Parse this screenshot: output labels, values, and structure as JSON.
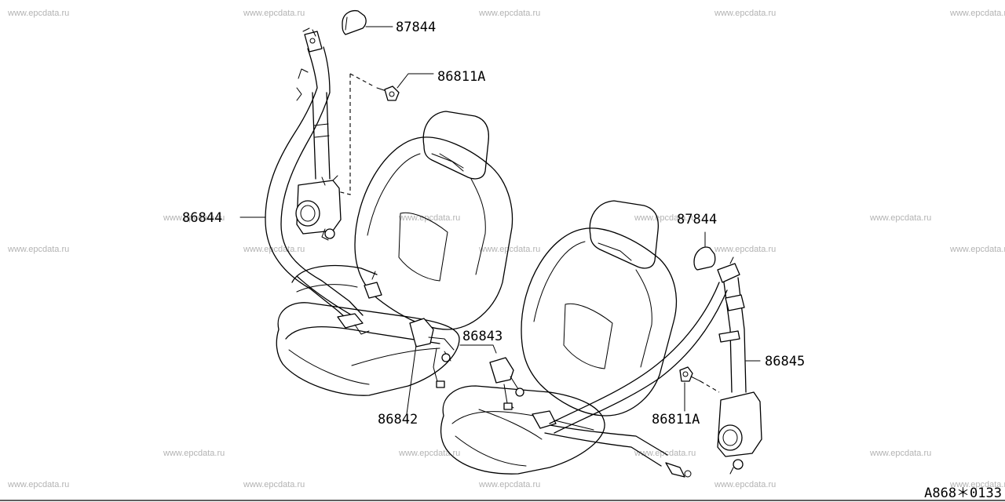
{
  "watermark": "www.epcdata.ru",
  "diagram_code": "A868＊0133",
  "callouts": {
    "retractor_cover_left": "87844",
    "bolt_left": "86811A",
    "belt_left": "86844",
    "buckle_right": "86843",
    "buckle_left": "86842",
    "retractor_cover_right": "87844",
    "belt_right": "86845",
    "bolt_right": "86811A"
  }
}
